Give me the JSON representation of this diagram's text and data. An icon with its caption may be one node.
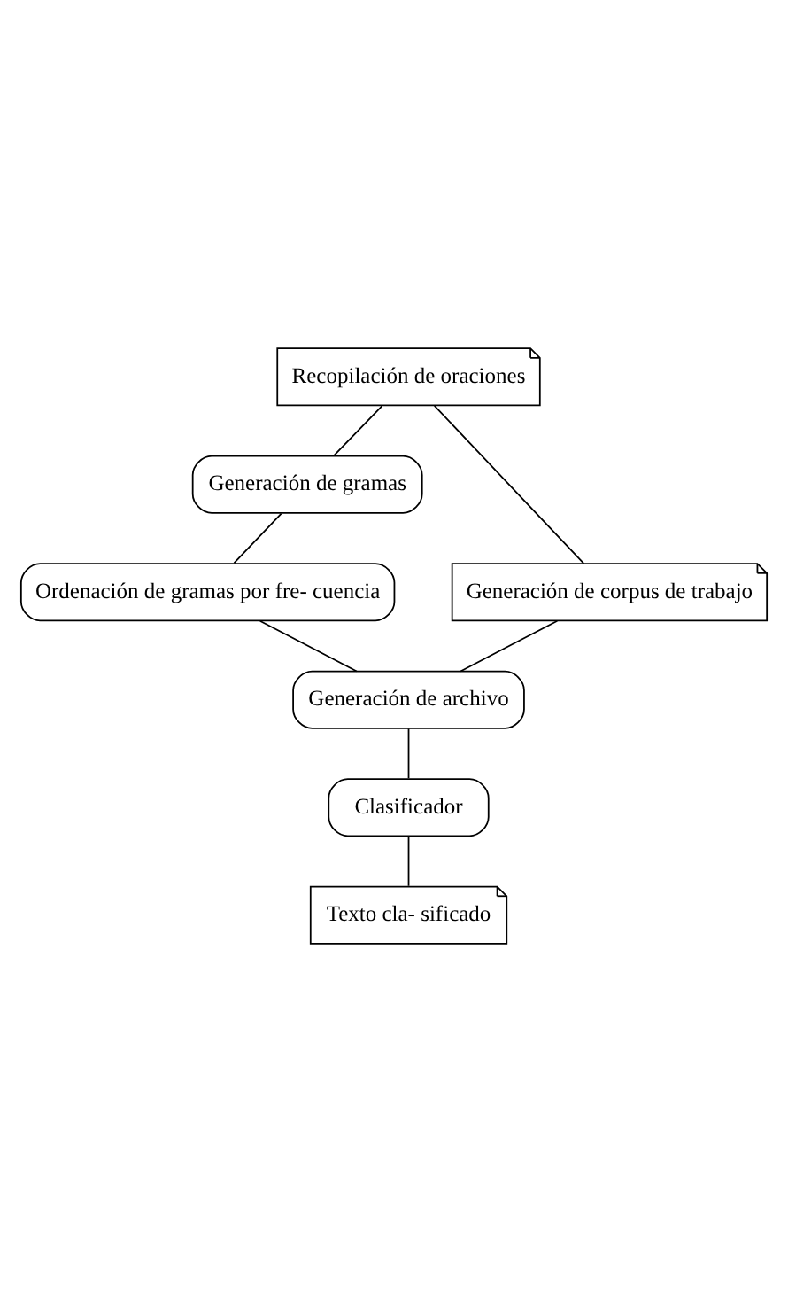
{
  "diagram": {
    "nodes": [
      {
        "text": [
          "Recopilación de oraciones"
        ]
      },
      {
        "text": [
          "Generación de gramas"
        ]
      },
      {
        "text": [
          "Generación de corpus de trabajo"
        ]
      },
      {
        "text": [
          "Ordenación de gramas por fre- cuencia"
        ]
      },
      {
        "text": [
          "Generación de archivo"
        ]
      },
      {
        "text": [
          "Clasificador"
        ]
      },
      {
        "text": [
          "Texto cla- sificado"
        ]
      }
    ],
    "edges": [
      {
        "from": 0,
        "to": 1,
        "arrow": "none"
      },
      {
        "from": 0,
        "to": 2,
        "arrow": "none"
      },
      {
        "from": 1,
        "to": 3,
        "arrow": "none"
      },
      {
        "from": 3,
        "to": 4,
        "arrow": "none"
      },
      {
        "from": 2,
        "to": 4,
        "arrow": "none"
      },
      {
        "from": 4,
        "to": 5,
        "arrow": "none"
      },
      {
        "from": 5,
        "to": 6,
        "arrow": "none"
      }
    ]
  }
}
